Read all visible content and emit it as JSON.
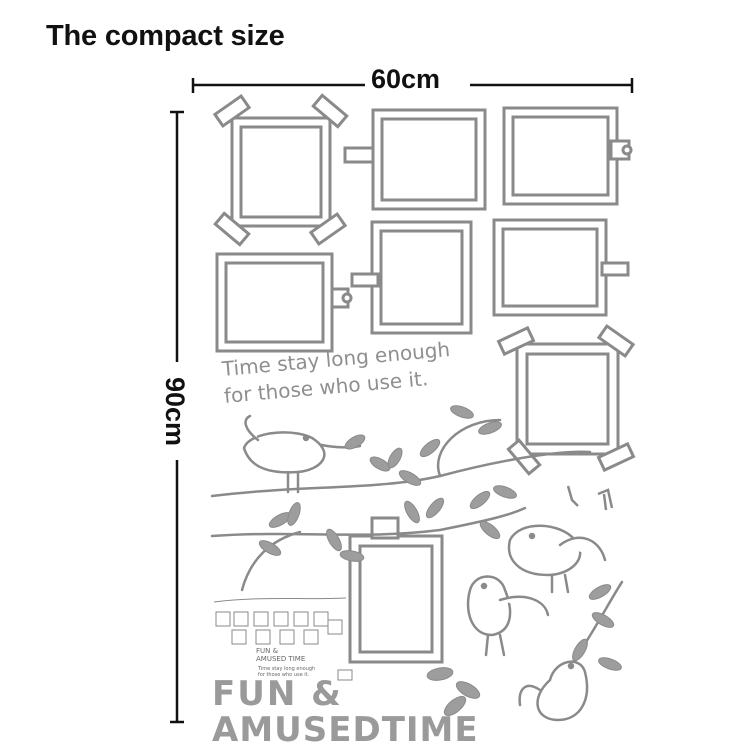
{
  "heading": "The compact size",
  "dimensions": {
    "width": "60cm",
    "height": "90cm"
  },
  "caption": {
    "line1": "Time stay long enough",
    "line2": "for those who use it."
  },
  "title": {
    "line1": "FUN &",
    "line2": "AMUSEDTIME"
  },
  "thumbnail": {
    "line1": "FUN &",
    "line2": "AMUSED TIME",
    "line3": "Time stay long enough",
    "line4": "for those who use it."
  },
  "colors": {
    "line_art": "#8a8a8a",
    "leaf": "#9d9d9d",
    "text": "#111111"
  }
}
